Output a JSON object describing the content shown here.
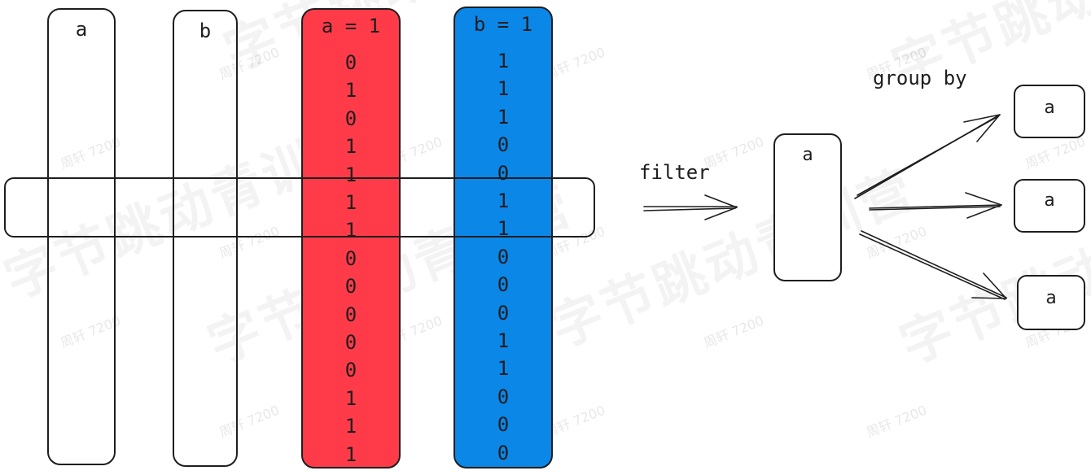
{
  "columns": {
    "a": {
      "label": "a"
    },
    "b": {
      "label": "b"
    },
    "a_eq_1": {
      "label": "a = 1",
      "fill": "#ff3b4a",
      "values": [
        "0",
        "1",
        "0",
        "1",
        "1",
        "1",
        "1",
        "0",
        "0",
        "0",
        "0",
        "0",
        "1",
        "1",
        "1"
      ]
    },
    "b_eq_1": {
      "label": "b = 1",
      "fill": "#0b87e8",
      "values": [
        "1",
        "1",
        "1",
        "0",
        "0",
        "1",
        "1",
        "0",
        "0",
        "0",
        "1",
        "1",
        "0",
        "0",
        "0"
      ]
    }
  },
  "filter_label": "filter",
  "group_by_label": "group by",
  "filtered_box": {
    "label": "a"
  },
  "group_boxes": [
    {
      "label": "a"
    },
    {
      "label": "a"
    },
    {
      "label": "a"
    }
  ],
  "watermark": {
    "brand": "字节跳动青训营",
    "user": "周轩 7200"
  }
}
